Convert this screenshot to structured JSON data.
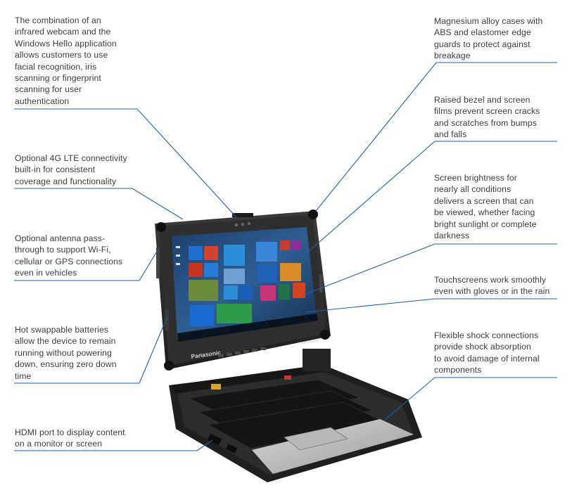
{
  "callouts": {
    "webcam": "The combination of an\ninfrared webcam and the\nWindows Hello application\nallows customers to use\nfacial recognition, iris\nscanning or fingerprint\nscanning for user\nauthentication",
    "lte": "Optional 4G LTE connectivity\nbuilt-in for consistent\ncoverage and functionality",
    "antenna": "Optional antenna pass-\nthrough to support Wi-Fi,\ncellular or GPS connections\neven in vehicles",
    "batteries": "Hot swappable batteries\nallow the device to remain\nrunning without powering\ndown, ensuring zero down\ntime",
    "hdmi": "HDMI port to display content\non a monitor or screen",
    "magnesium": "Magnesium alloy cases with\nABS and elastomer edge\nguards to protect against\nbreakage",
    "bezel": "Raised bezel and screen\nfilms prevent screen cracks\nand scratches from bumps\nand falls",
    "brightness": "Screen brightness for\nnearly all conditions\ndelivers a screen that can\nbe viewed, whether facing\nbright sunlight or complete\ndarkness",
    "touch": "Touchscreens work smoothly\neven with gloves or in the rain",
    "shock": "Flexible shock connections\nprovide shock absorption\nto avoid damage of internal\ncomponents"
  },
  "device": {
    "brand": "Panasonic",
    "model_badge": "TOUGHBOOK"
  },
  "colors": {
    "leader": "#1f5fa8",
    "text": "#3b3b3b",
    "body": "#2b2b2b",
    "screen": "#0f2a4a"
  }
}
